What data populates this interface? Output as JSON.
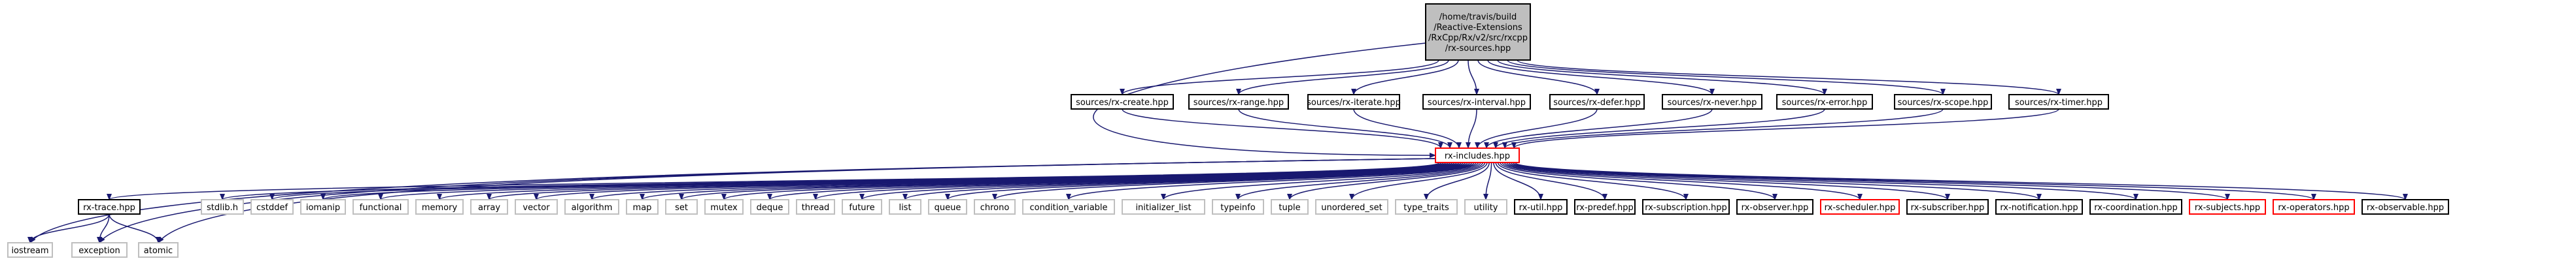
{
  "colors": {
    "edge": "#191970",
    "root_fill": "#bfbfbf",
    "box_fill": "#ffffff",
    "box_stroke_black": "#000000",
    "box_stroke_red": "#ff0000",
    "box_stroke_grey": "#bfbfbf"
  },
  "root": {
    "lines": [
      "/home/travis/build",
      "/Reactive-Extensions",
      "/RxCpp/Rx/v2/src/rxcpp",
      "/rx-sources.hpp"
    ]
  },
  "sources": [
    {
      "id": "create",
      "label": "sources/rx-create.hpp"
    },
    {
      "id": "range",
      "label": "sources/rx-range.hpp"
    },
    {
      "id": "iterate",
      "label": "sources/rx-iterate.hpp"
    },
    {
      "id": "interval",
      "label": "sources/rx-interval.hpp"
    },
    {
      "id": "defer",
      "label": "sources/rx-defer.hpp"
    },
    {
      "id": "never",
      "label": "sources/rx-never.hpp"
    },
    {
      "id": "error",
      "label": "sources/rx-error.hpp"
    },
    {
      "id": "scope",
      "label": "sources/rx-scope.hpp"
    },
    {
      "id": "timer",
      "label": "sources/rx-timer.hpp"
    }
  ],
  "includes": {
    "label": "rx-includes.hpp"
  },
  "deps": [
    {
      "id": "trace",
      "label": "rx-trace.hpp",
      "style": "black"
    },
    {
      "id": "stdlib",
      "label": "stdlib.h",
      "style": "grey"
    },
    {
      "id": "cstddef",
      "label": "cstddef",
      "style": "grey"
    },
    {
      "id": "iomanip",
      "label": "iomanip",
      "style": "grey"
    },
    {
      "id": "functional",
      "label": "functional",
      "style": "grey"
    },
    {
      "id": "memory",
      "label": "memory",
      "style": "grey"
    },
    {
      "id": "array",
      "label": "array",
      "style": "grey"
    },
    {
      "id": "vector",
      "label": "vector",
      "style": "grey"
    },
    {
      "id": "algorithm",
      "label": "algorithm",
      "style": "grey"
    },
    {
      "id": "map",
      "label": "map",
      "style": "grey"
    },
    {
      "id": "set",
      "label": "set",
      "style": "grey"
    },
    {
      "id": "mutex",
      "label": "mutex",
      "style": "grey"
    },
    {
      "id": "deque",
      "label": "deque",
      "style": "grey"
    },
    {
      "id": "thread",
      "label": "thread",
      "style": "grey"
    },
    {
      "id": "future",
      "label": "future",
      "style": "grey"
    },
    {
      "id": "list",
      "label": "list",
      "style": "grey"
    },
    {
      "id": "queue",
      "label": "queue",
      "style": "grey"
    },
    {
      "id": "chrono",
      "label": "chrono",
      "style": "grey"
    },
    {
      "id": "condvar",
      "label": "condition_variable",
      "style": "grey"
    },
    {
      "id": "initlist",
      "label": "initializer_list",
      "style": "grey"
    },
    {
      "id": "typeinfo",
      "label": "typeinfo",
      "style": "grey"
    },
    {
      "id": "tuple",
      "label": "tuple",
      "style": "grey"
    },
    {
      "id": "unordered_set",
      "label": "unordered_set",
      "style": "grey"
    },
    {
      "id": "type_traits",
      "label": "type_traits",
      "style": "grey"
    },
    {
      "id": "utility",
      "label": "utility",
      "style": "grey"
    },
    {
      "id": "util",
      "label": "rx-util.hpp",
      "style": "black"
    },
    {
      "id": "predef",
      "label": "rx-predef.hpp",
      "style": "black"
    },
    {
      "id": "subscription",
      "label": "rx-subscription.hpp",
      "style": "black"
    },
    {
      "id": "observer",
      "label": "rx-observer.hpp",
      "style": "black"
    },
    {
      "id": "scheduler",
      "label": "rx-scheduler.hpp",
      "style": "red"
    },
    {
      "id": "subscriber",
      "label": "rx-subscriber.hpp",
      "style": "black"
    },
    {
      "id": "notification",
      "label": "rx-notification.hpp",
      "style": "black"
    },
    {
      "id": "coordination",
      "label": "rx-coordination.hpp",
      "style": "black"
    },
    {
      "id": "subjects",
      "label": "rx-subjects.hpp",
      "style": "red"
    },
    {
      "id": "operators",
      "label": "rx-operators.hpp",
      "style": "red"
    },
    {
      "id": "observable",
      "label": "rx-observable.hpp",
      "style": "black"
    }
  ],
  "trace_deps": [
    {
      "id": "iostream",
      "label": "iostream",
      "style": "grey"
    },
    {
      "id": "exception",
      "label": "exception",
      "style": "grey"
    },
    {
      "id": "atomic",
      "label": "atomic",
      "style": "grey"
    }
  ]
}
